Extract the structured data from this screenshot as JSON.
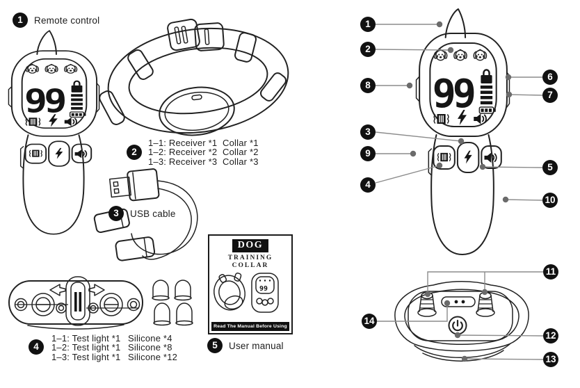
{
  "palette": {
    "ink": "#1f1f1f",
    "leader_line": "#8c8c8c",
    "leader_dot": "#6b6b6b",
    "badge_bg": "#111111",
    "badge_fg": "#ffffff",
    "background": "#ffffff"
  },
  "display": {
    "value": "99"
  },
  "left": {
    "item1": {
      "num": "1",
      "label": "Remote control"
    },
    "item2": {
      "num": "2",
      "rows": [
        [
          "1–1: Receiver *1",
          "Collar *1"
        ],
        [
          "1–2: Receiver *2",
          "Collar *2"
        ],
        [
          "1–3: Receiver *3",
          "Collar *3"
        ]
      ]
    },
    "item3": {
      "num": "3",
      "label": "USB cable"
    },
    "item4": {
      "num": "4",
      "rows": [
        [
          "1–1: Test light *1",
          "Silicone *4"
        ],
        [
          "1–2: Test light *1",
          "Silicone *8"
        ],
        [
          "1–3: Test light *1",
          "Silicone *12"
        ]
      ]
    },
    "item5": {
      "num": "5",
      "label": "User manual"
    }
  },
  "manual": {
    "title": "DOG",
    "line1": "TRAINING",
    "line2": "COLLAR",
    "footer": "Read The Manual Before Using",
    "mini_value": "99"
  },
  "callouts": [
    "1",
    "2",
    "3",
    "4",
    "5",
    "6",
    "7",
    "8",
    "9",
    "10",
    "11",
    "12",
    "13",
    "14"
  ]
}
